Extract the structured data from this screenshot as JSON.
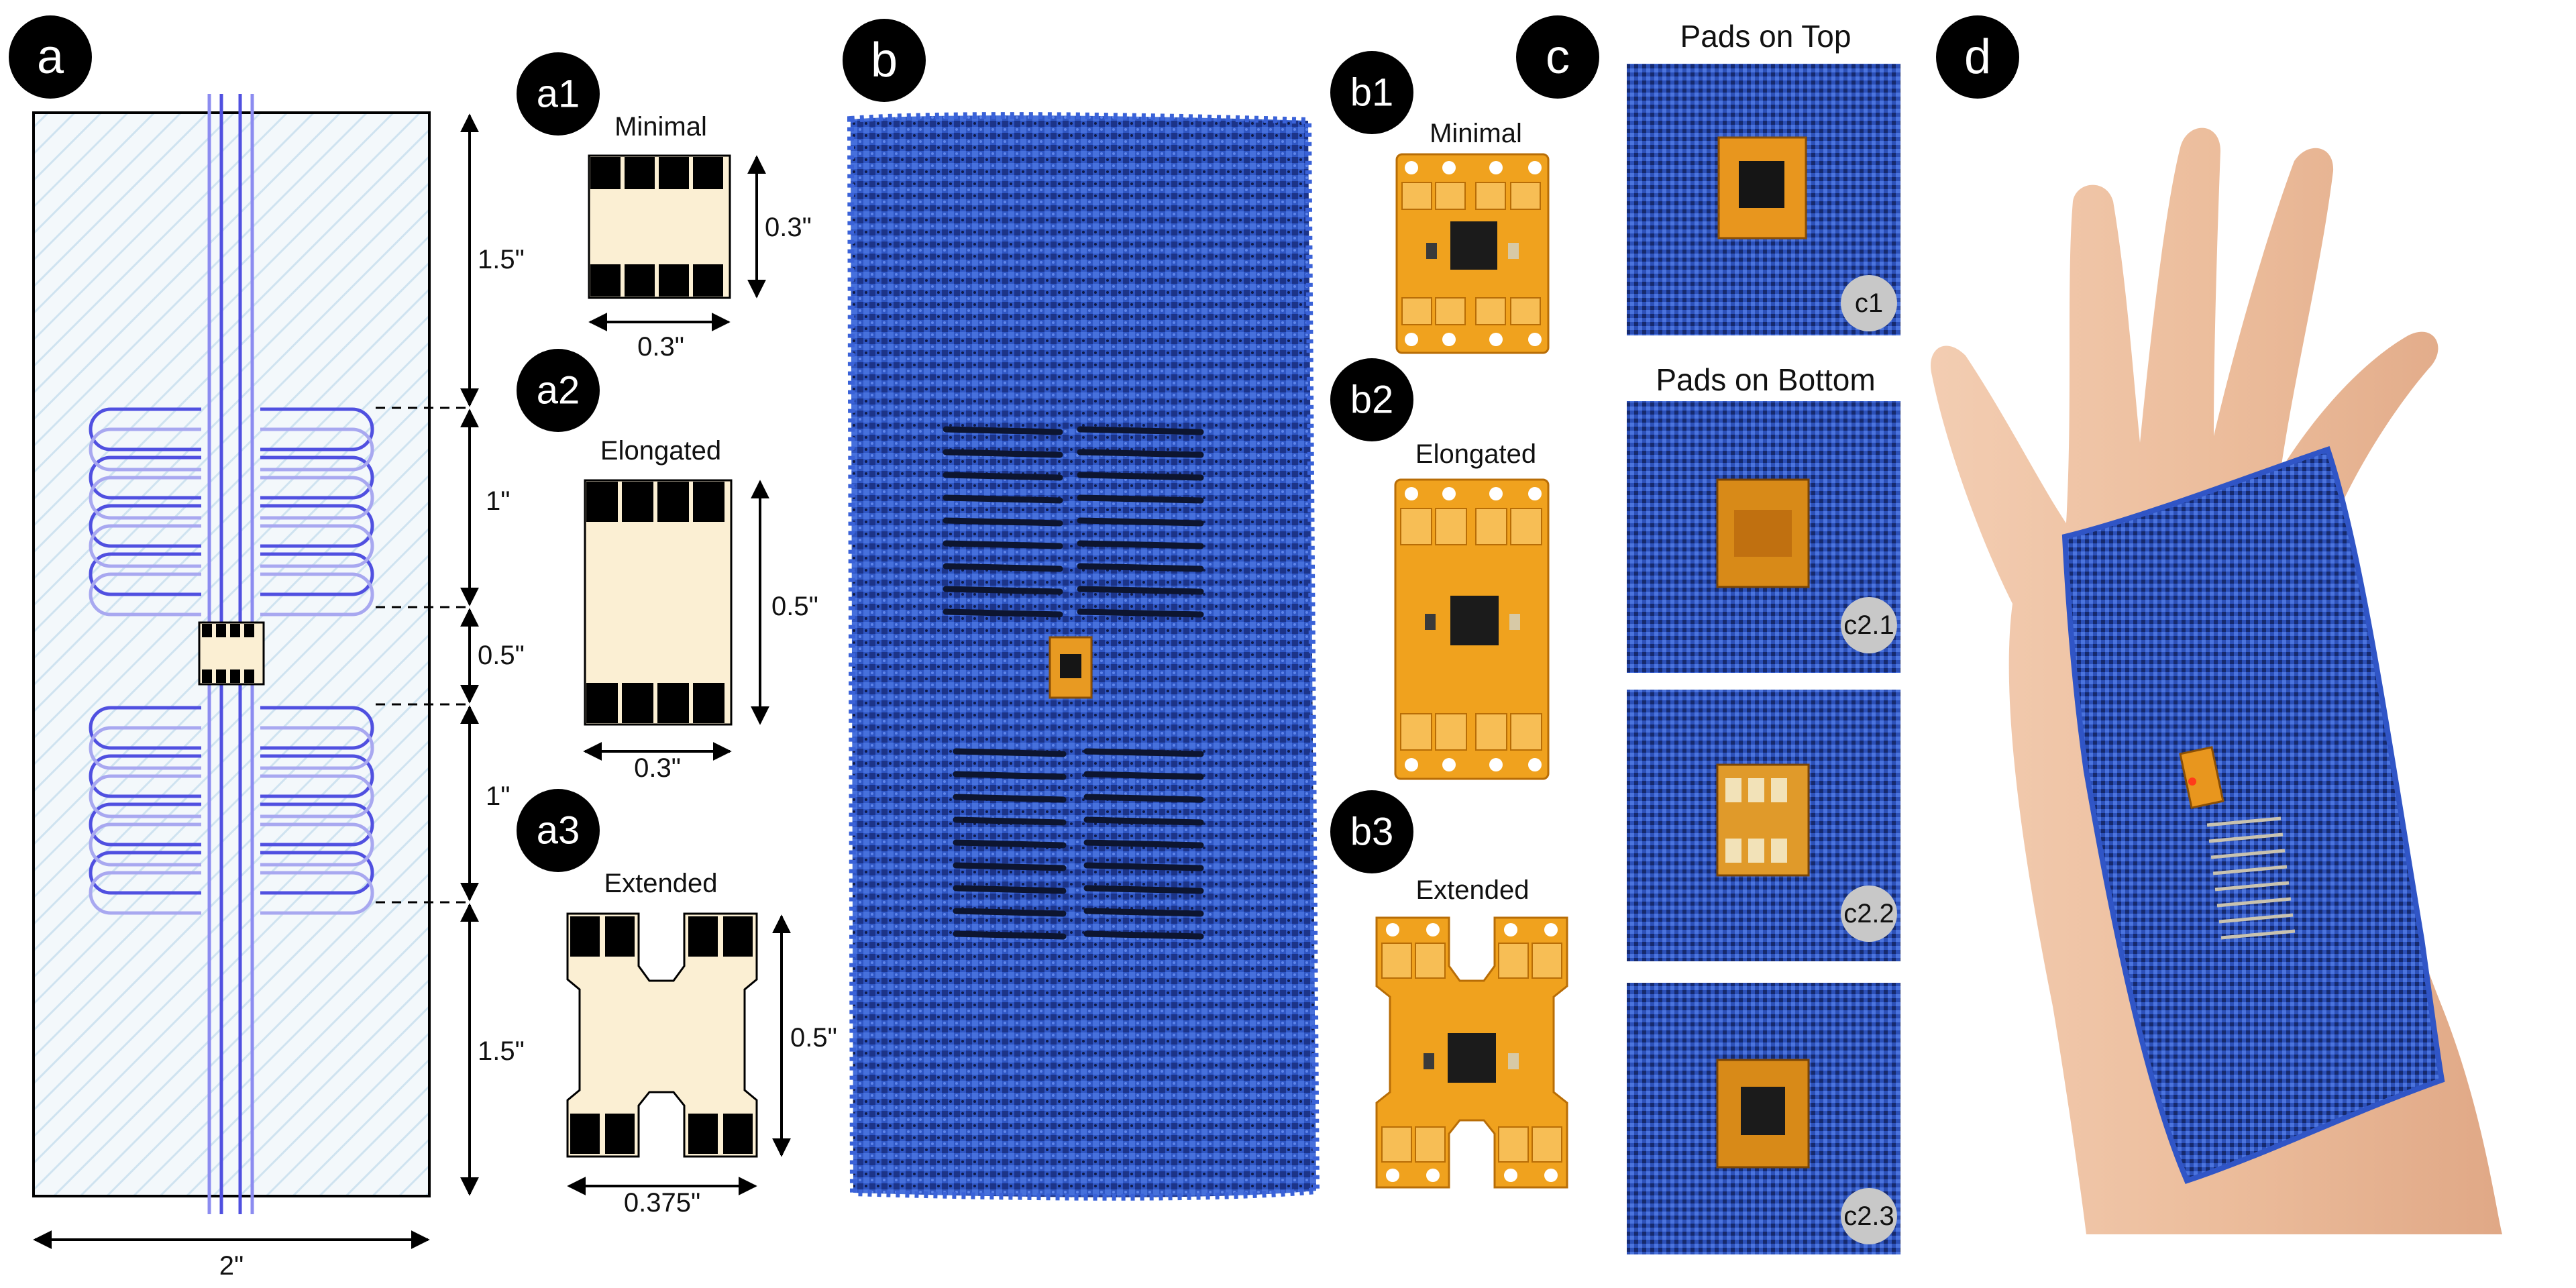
{
  "panels": {
    "a": {
      "badge": "a",
      "width_label": "2\"",
      "seg_labels": [
        "1.5\"",
        "1\"",
        "0.5\"",
        "1\"",
        "1.5\""
      ]
    },
    "a1": {
      "badge": "a1",
      "title": "Minimal",
      "h_label": "0.3\"",
      "w_label": "0.3\""
    },
    "a2": {
      "badge": "a2",
      "title": "Elongated",
      "h_label": "0.5\"",
      "w_label": "0.3\""
    },
    "a3": {
      "badge": "a3",
      "title": "Extended",
      "h_label": "0.5\"",
      "w_label": "0.375\""
    },
    "b": {
      "badge": "b"
    },
    "b1": {
      "badge": "b1",
      "title": "Minimal"
    },
    "b2": {
      "badge": "b2",
      "title": "Elongated"
    },
    "b3": {
      "badge": "b3",
      "title": "Extended"
    },
    "c": {
      "badge": "c",
      "top_title": "Pads on Top",
      "bottom_title": "Pads on Bottom",
      "tiles": [
        "c1",
        "c2.1",
        "c2.2",
        "c2.3"
      ]
    },
    "d": {
      "badge": "d"
    }
  },
  "colors": {
    "badge": "#000000",
    "trace": "#5a5ae6",
    "trace_light": "#a8a8f0",
    "hatch": "#cfe3f0",
    "pcb_light": "#fbefd3",
    "pad": "#000000",
    "fabric": "#2f56c4",
    "fabric_dark": "#1a2f7a",
    "flex_pcb": "#f0a21e",
    "skin": "#eec2a4",
    "grey_badge": "#c8c8c8"
  }
}
